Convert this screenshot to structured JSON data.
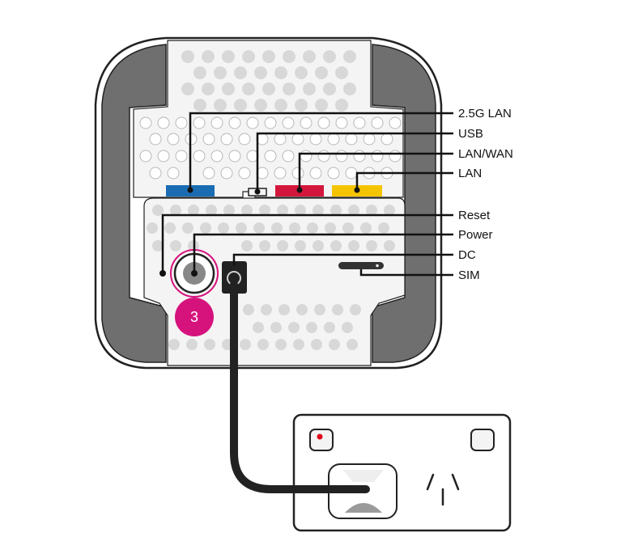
{
  "labels": {
    "lan25g": "2.5G LAN",
    "usb": "USB",
    "lanwan": "LAN/WAN",
    "lan": "LAN",
    "reset": "Reset",
    "power": "Power",
    "dc": "DC",
    "sim": "SIM"
  },
  "step_number": "3",
  "colors": {
    "lan25g_port": "#1a6cb3",
    "lanwan_port": "#d3173c",
    "lan_port": "#f5c400",
    "step_badge": "#d6127d",
    "body_grey": "#6f6f6f",
    "panel_light": "#f4f4f4",
    "led_red": "#e1001a"
  },
  "icons": [
    "power-button-icon",
    "dc-jack-icon",
    "sim-slot-icon",
    "power-outlet-icon",
    "power-switch-icon"
  ]
}
